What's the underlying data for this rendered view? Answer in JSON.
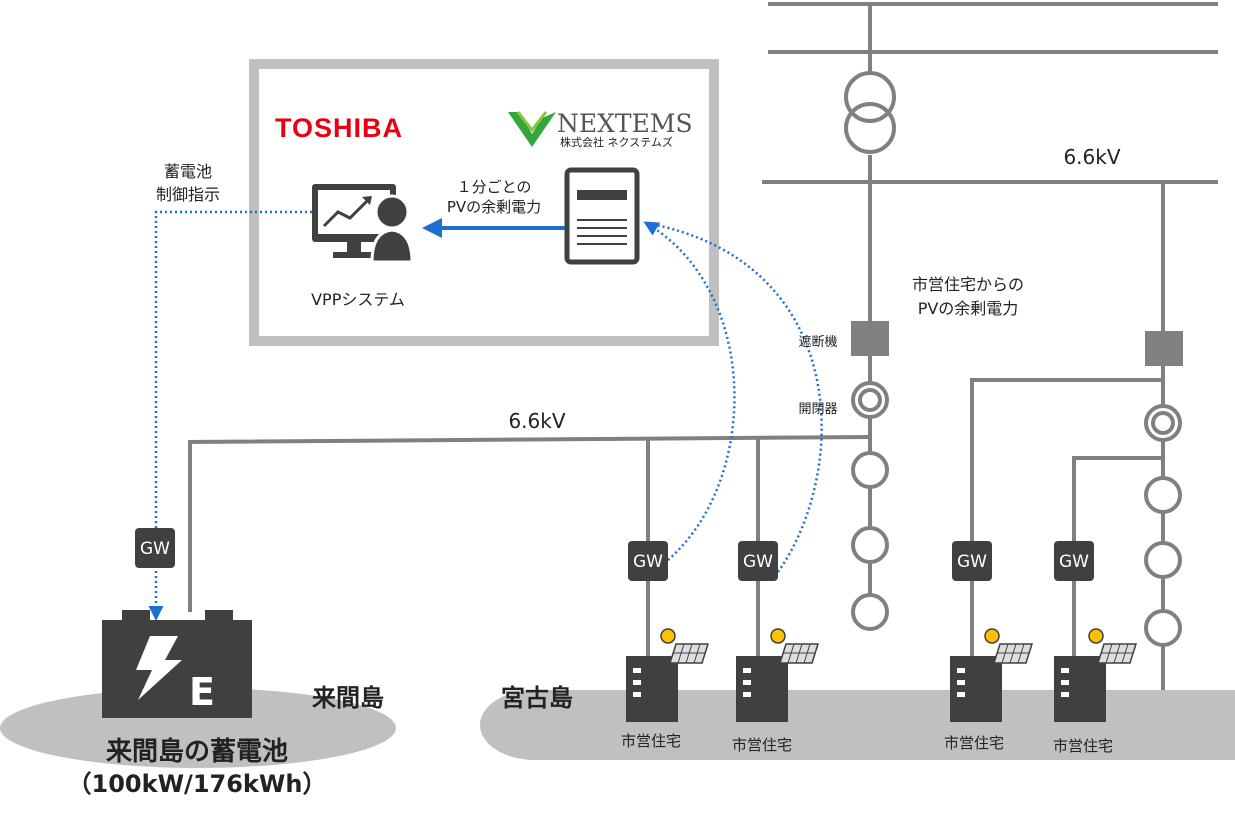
{
  "logos": {
    "toshiba": "TOSHIBA",
    "nextems_name": "NEXTEMS",
    "nextems_sub": "株式会社 ネクステムズ"
  },
  "vpp_system_label": "VPPシステム",
  "control_command": [
    "蓄電池",
    "制御指示"
  ],
  "per_minute_surplus": [
    "１分ごとの",
    "PVの余剰電力"
  ],
  "upper_voltage": "6.6kV",
  "feeder_voltage": "6.6kV",
  "surplus_from_housing": [
    "市営住宅からの",
    "PVの余剰電力"
  ],
  "breaker_label": "遮断機",
  "switch_label": "開閉器",
  "gw_label": "GW",
  "kurima_island": "来間島",
  "miyako_island": "宮古島",
  "battery_title": "来間島の蓄電池",
  "battery_spec": "（100kW/176kWh）",
  "battery_letter": "E",
  "housing_label": "市営住宅",
  "colors": {
    "line_gray": "#808080",
    "dark": "#404040",
    "island": "#c0c0c0",
    "arrow_blue": "#1f6fd1",
    "toshiba_red": "#e60012",
    "nextems_green": "#33a63c"
  }
}
